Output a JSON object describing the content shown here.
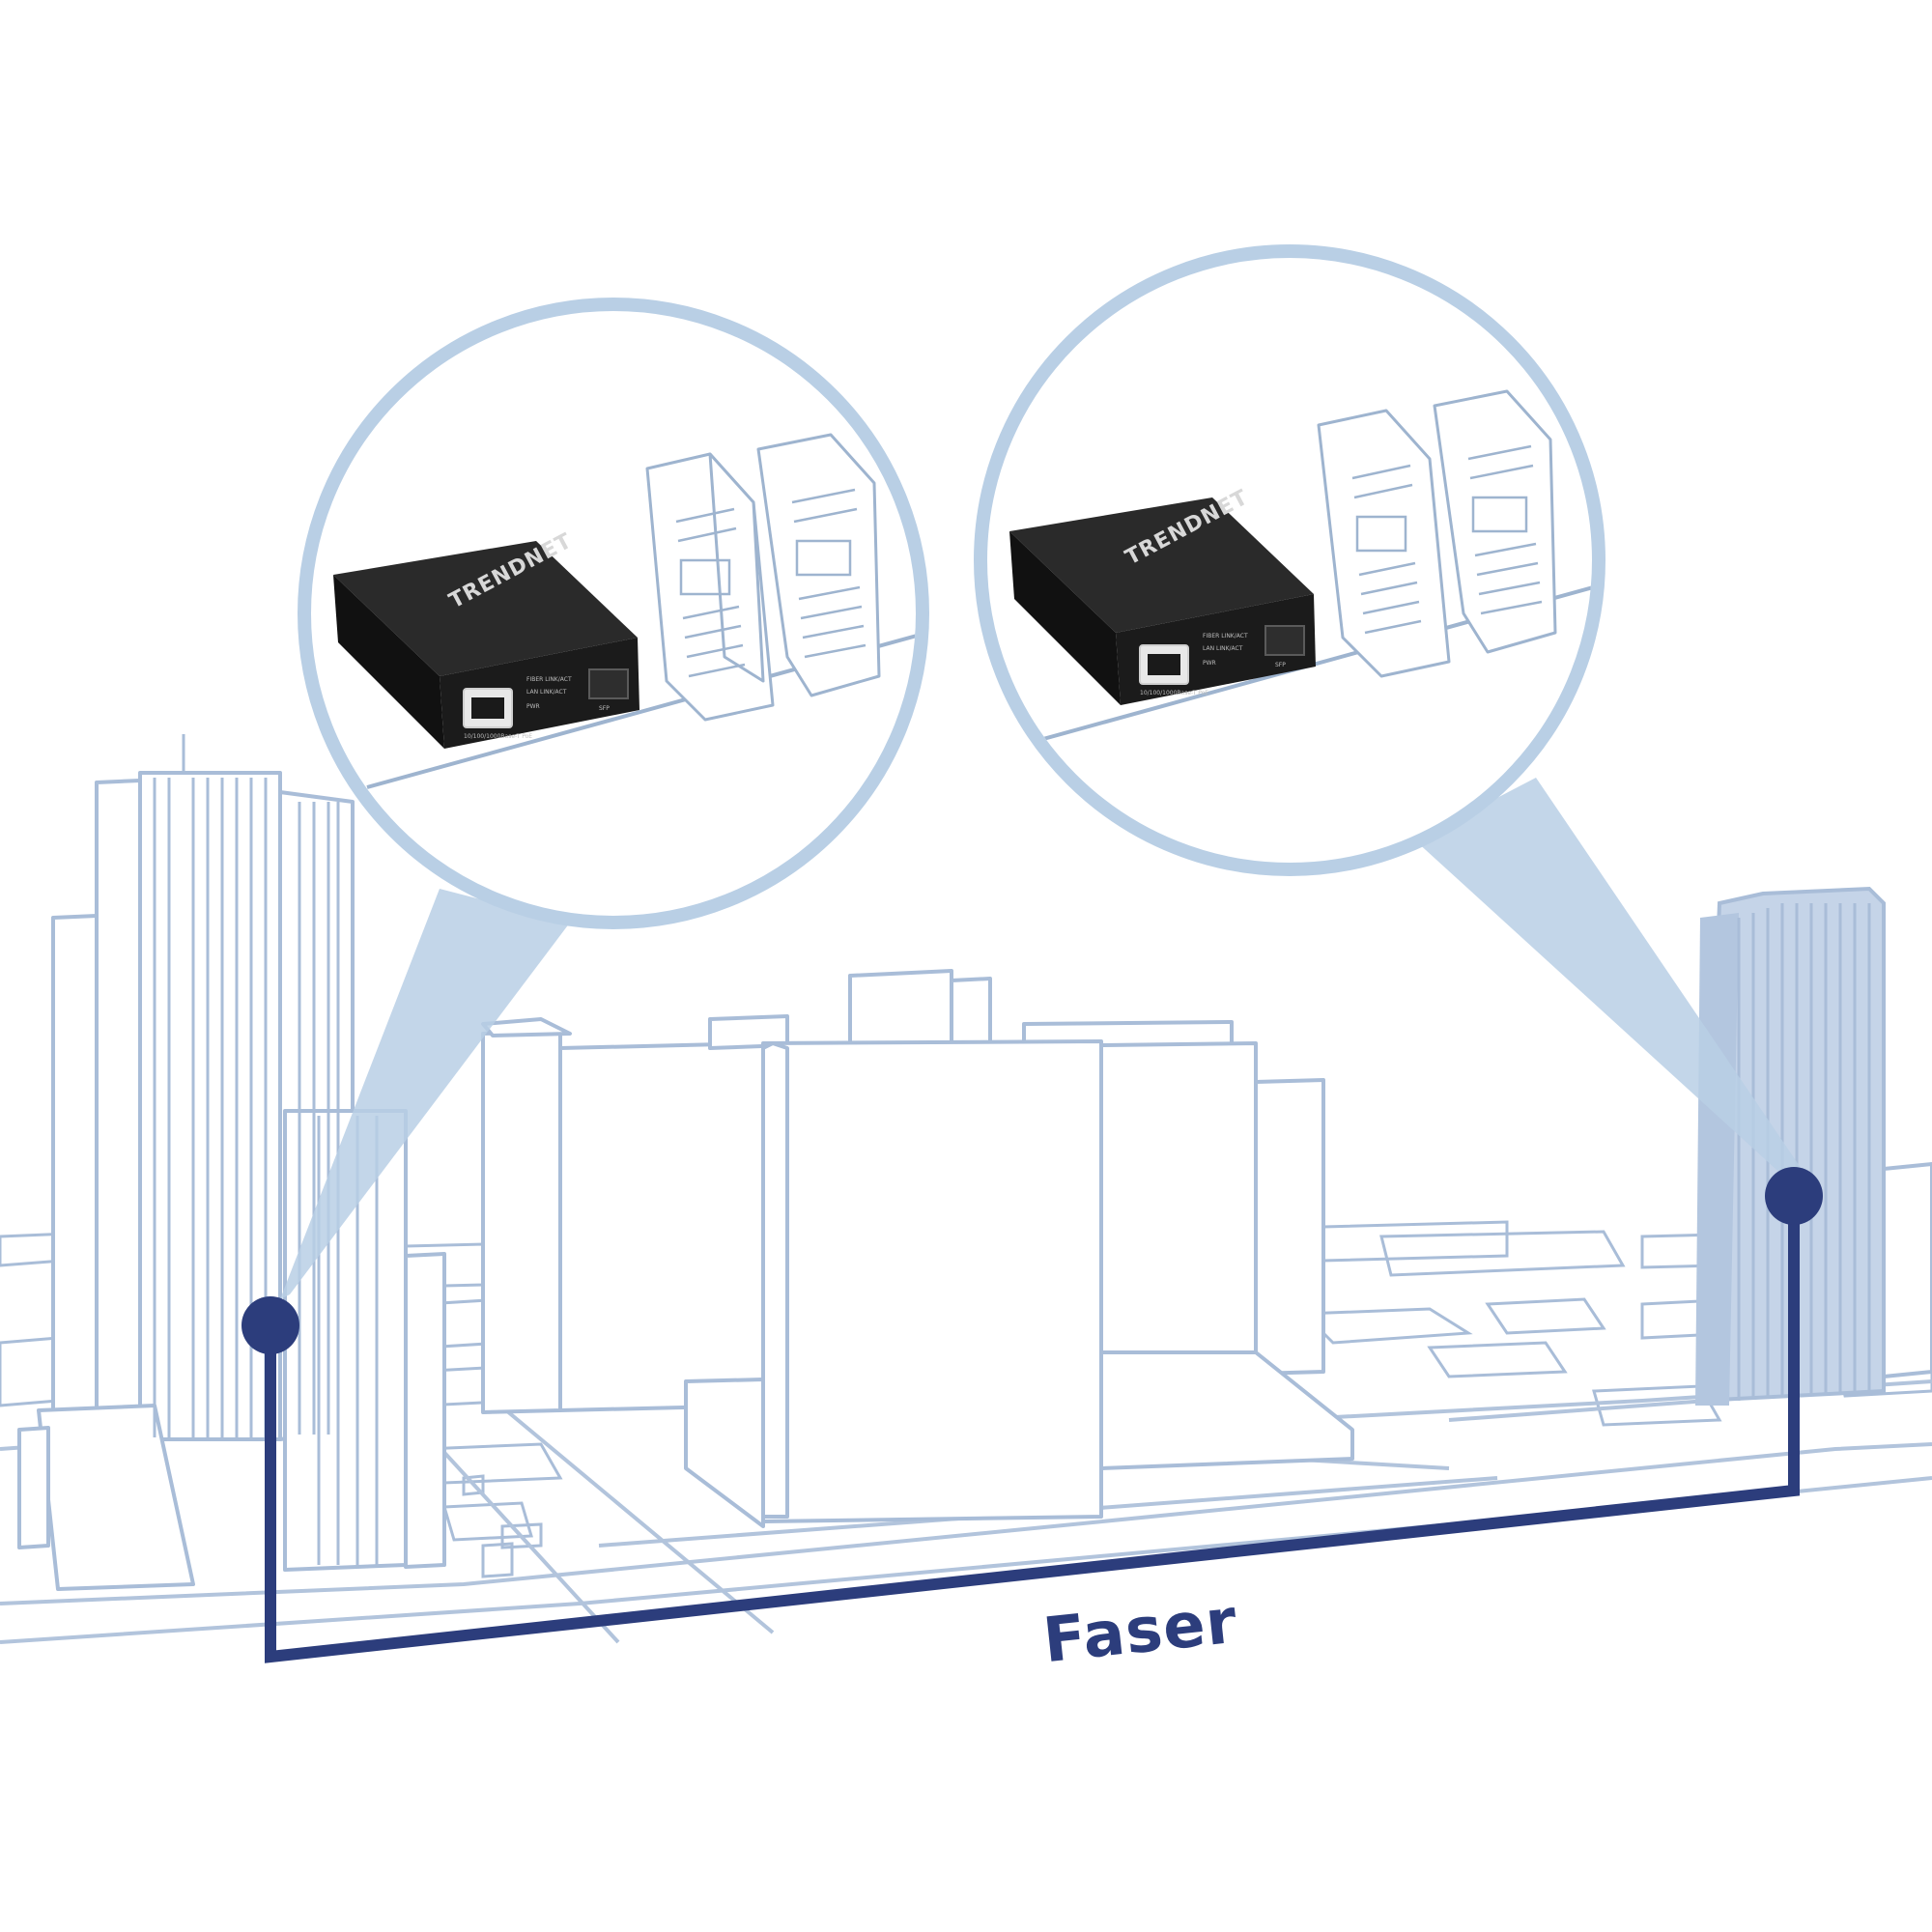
{
  "diagram": {
    "connection_label": "Faser",
    "devices": [
      {
        "brand": "TRENDNET",
        "port_label": "10/100/1000Base-T PoE",
        "led_labels": [
          "FIBER LINK/ACT",
          "LAN LINK/ACT",
          "PWR"
        ],
        "sfp_label": "SFP"
      },
      {
        "brand": "TRENDNET",
        "port_label": "10/100/1000Base-T PoE",
        "led_labels": [
          "FIBER LINK/ACT",
          "LAN LINK/ACT",
          "PWR"
        ],
        "sfp_label": "SFP"
      }
    ],
    "colors": {
      "fiber": "#2c3d7c",
      "buildings": "#a9bdd8",
      "bubbles": "#b9cfe5",
      "device": "#1b1b1b"
    },
    "icons": [
      "building-icon",
      "server-rack-icon",
      "media-converter-icon",
      "rj45-port-icon",
      "sfp-slot-icon"
    ]
  }
}
